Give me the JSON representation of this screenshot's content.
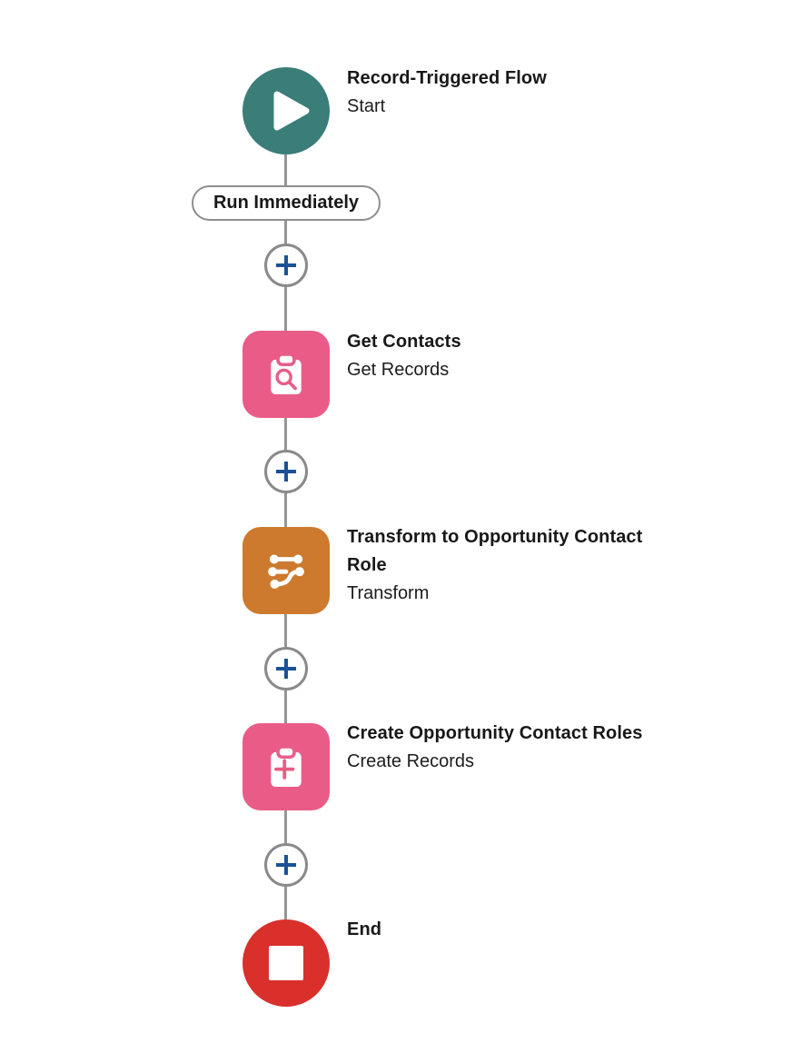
{
  "app": {
    "name": "flow-builder-canvas"
  },
  "colors": {
    "start_node_teal": "#3a7d79",
    "data_node_pink": "#e95c87",
    "transform_node_orange": "#cd7a2e",
    "end_node_red": "#d9302c",
    "add_button_plus_blue": "#1b5297",
    "connector_gray": "#969696",
    "text_dark": "#181818"
  },
  "flow": {
    "connector_label": "Run Immediately",
    "add_node_buttons": 4,
    "nodes": [
      {
        "title": "Record-Triggered Flow",
        "subtitle": "Start",
        "type": "start",
        "icon": "play-icon"
      },
      {
        "title": "Get Contacts",
        "subtitle": "Get Records",
        "type": "get-records",
        "icon": "record-lookup-icon"
      },
      {
        "title": "Transform to Opportunity Contact Role",
        "subtitle": "Transform",
        "type": "transform",
        "icon": "transform-icon"
      },
      {
        "title": "Create Opportunity Contact Roles",
        "subtitle": "Create Records",
        "type": "create-records",
        "icon": "record-create-icon"
      },
      {
        "title": "End",
        "subtitle": "",
        "type": "end",
        "icon": "stop-icon"
      }
    ]
  }
}
